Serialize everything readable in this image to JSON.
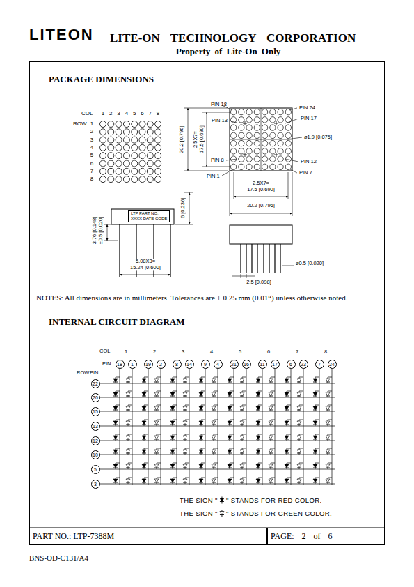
{
  "diagram": {
    "nodes": [
      {
        "text": [
          "LTP PART NO.",
          "XXXX DATE CODE"
        ]
      },
      {
        "text": [
          "18"
        ]
      },
      {
        "text": [
          "1"
        ]
      },
      {
        "text": [
          "19"
        ]
      },
      {
        "text": [
          "2"
        ]
      },
      {
        "text": [
          "8"
        ]
      },
      {
        "text": [
          "14"
        ]
      },
      {
        "text": [
          "9"
        ]
      },
      {
        "text": [
          "4"
        ]
      },
      {
        "text": [
          "21"
        ]
      },
      {
        "text": [
          "16"
        ]
      },
      {
        "text": [
          "11"
        ]
      },
      {
        "text": [
          "17"
        ]
      },
      {
        "text": [
          "6"
        ]
      },
      {
        "text": [
          "23"
        ]
      },
      {
        "text": [
          "7"
        ]
      },
      {
        "text": [
          "24"
        ]
      },
      {
        "text": [
          "22"
        ]
      },
      {
        "text": [
          "20"
        ]
      },
      {
        "text": [
          "15"
        ]
      },
      {
        "text": [
          "13"
        ]
      },
      {
        "text": [
          "12"
        ]
      },
      {
        "text": [
          "10"
        ]
      },
      {
        "text": [
          "5"
        ]
      },
      {
        "text": [
          "3"
        ]
      },
      {
        "text": [
          "PART NO.: LTP-7388M"
        ]
      },
      {
        "text": [
          "PAGE: 2 of 6"
        ]
      }
    ],
    "labels": [
      "LITEON",
      "LITE-ON TECHNOLOGY CORPORATION",
      "Property of Lite-On Only",
      "PACKAGE DIMENSIONS",
      "COL",
      "1",
      "2",
      "3",
      "4",
      "5",
      "6",
      "7",
      "8",
      "ROW",
      "1",
      "2",
      "3",
      "4",
      "5",
      "6",
      "7",
      "8",
      "PIN 18",
      "PIN 13",
      "PIN 8",
      "PIN 1",
      "PIN 24",
      "PIN 17",
      "ø1.9 [0.075]",
      "PIN 12",
      "PIN 7",
      "20.2 [0.796]",
      "2.5X7= 17.5 [0.690]",
      "2.5X7= 17.5 [0.690]",
      "20.2 [0.796]",
      "6 [0.236]",
      "3.76 [0.148] ±0.5 [0.020]",
      "5.08X3= 15.24 [0.600]",
      "ø0.5 [0.020]",
      "2.5 [0.098]",
      "NOTES: All dimensions are in millimeters. Tolerances are ± 0.25 mm (0.01“) unless otherwise noted.",
      "INTERNAL CIRCUIT DIAGRAM",
      "COL",
      "1",
      "2",
      "3",
      "4",
      "5",
      "6",
      "7",
      "8",
      "PIN",
      "ROW",
      "PIN",
      "BNS-OD-C131/A4"
    ],
    "legend": [
      {
        "text": "THE SIGN \"    \" STANDS FOR RED COLOR."
      },
      {
        "text": "THE SIGN \"    \" STANDS FOR GREEN COLOR."
      }
    ]
  }
}
